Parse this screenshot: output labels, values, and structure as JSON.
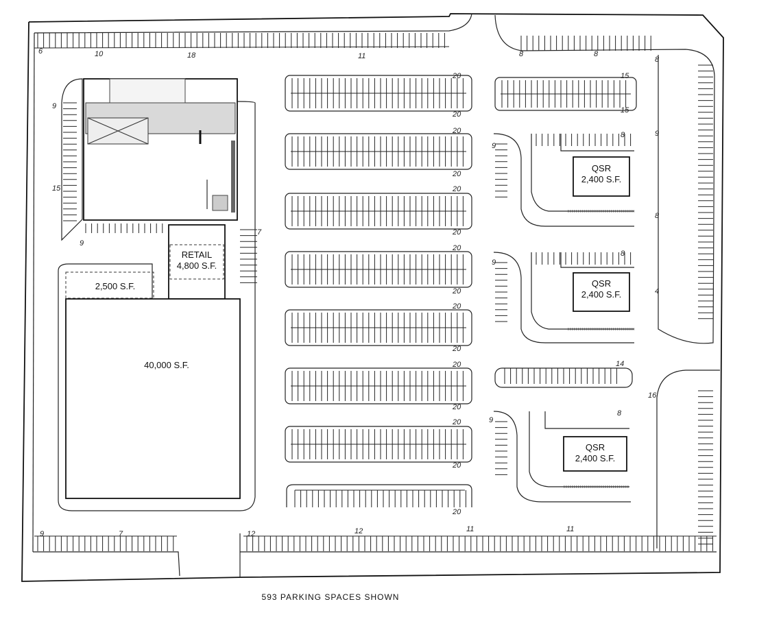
{
  "buildings": {
    "retail": {
      "line1": "RETAIL",
      "line2": "4,800 S.F."
    },
    "anchor_addon": "2,500 S.F.",
    "anchor": "40,000 S.F.",
    "qsr1": {
      "line1": "QSR",
      "line2": "2,400 S.F."
    },
    "qsr2": {
      "line1": "QSR",
      "line2": "2,400 S.F."
    },
    "qsr3": {
      "line1": "QSR",
      "line2": "2,400 S.F."
    }
  },
  "caption": "593 PARKING SPACES SHOWN",
  "counts": {
    "top": [
      "6",
      "10",
      "18",
      "11",
      "8",
      "8",
      "8"
    ],
    "bottom": [
      "9",
      "7",
      "12",
      "12",
      "11",
      "11"
    ],
    "west": [
      "9",
      "15",
      "9"
    ],
    "east": [
      "9",
      "8",
      "4",
      "16"
    ],
    "islands": [
      "20",
      "20",
      "20",
      "20",
      "20",
      "20",
      "20",
      "20",
      "20",
      "20",
      "20",
      "20",
      "20",
      "20",
      "20"
    ],
    "east_rows": [
      "15",
      "15",
      "14"
    ],
    "qsr_rows": [
      "9",
      "8",
      "9",
      "8",
      "9",
      "8"
    ],
    "retail_side": "7"
  }
}
